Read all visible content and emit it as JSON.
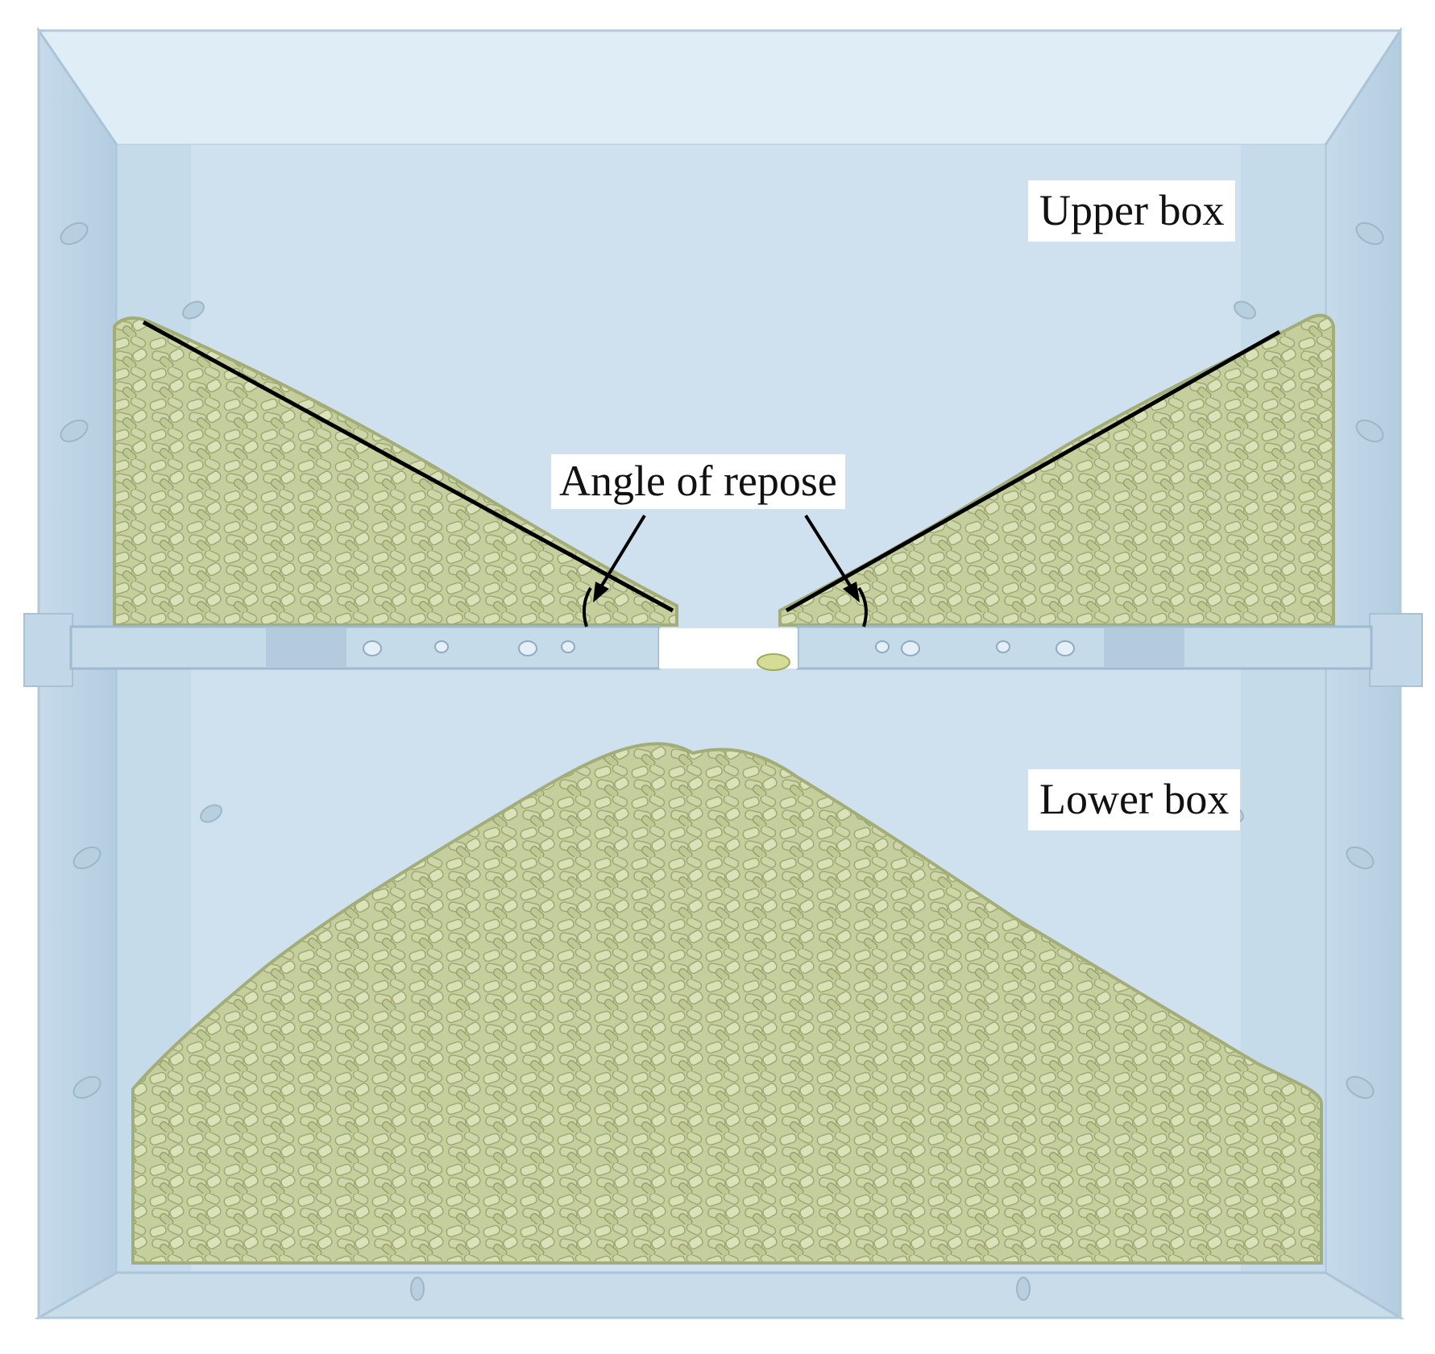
{
  "labels": {
    "upper_box": "Upper box",
    "lower_box": "Lower box",
    "angle_of_repose": "Angle of repose"
  },
  "colors": {
    "background": "#ffffff",
    "box_fill": "#d6e7f3",
    "wall_fill": "#c2d8e8",
    "wall_edge": "#aac4d8",
    "particle_base": "#c9d3a4",
    "particle_shade": "#a8b482",
    "particle_highlight": "#e3e9c6",
    "line_color": "#000000"
  }
}
